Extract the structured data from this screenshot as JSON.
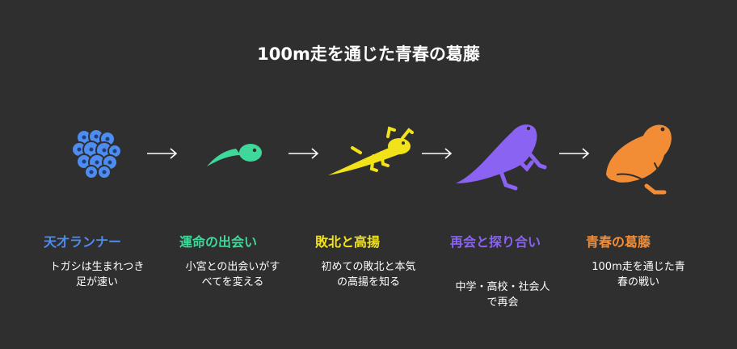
{
  "title": "100m走を通じた青春の葛藤",
  "stages": [
    {
      "title": "天才ランナー",
      "desc1": "トガシは生まれつき",
      "desc2": "足が速い",
      "color": "#4f8cf0",
      "icon": "frog-eggs-icon"
    },
    {
      "title": "運命の出会い",
      "desc1": "小宮との出会いがす",
      "desc2": "べてを変える",
      "color": "#3ed89a",
      "icon": "tadpole-icon"
    },
    {
      "title": "敗北と高揚",
      "desc1": "初めての敗北と本気",
      "desc2": "の高揚を知る",
      "color": "#f2e21a",
      "icon": "tadpole-with-legs-icon"
    },
    {
      "title": "再会と探り合い",
      "desc1": "中学・高校・社会人",
      "desc2": "で再会",
      "color": "#8b63f2",
      "icon": "froglet-icon"
    },
    {
      "title": "青春の葛藤",
      "desc1": "100m走を通じた青",
      "desc2": "春の戦い",
      "color": "#f28c35",
      "icon": "frog-icon"
    }
  ],
  "arrow_glyph": "→"
}
